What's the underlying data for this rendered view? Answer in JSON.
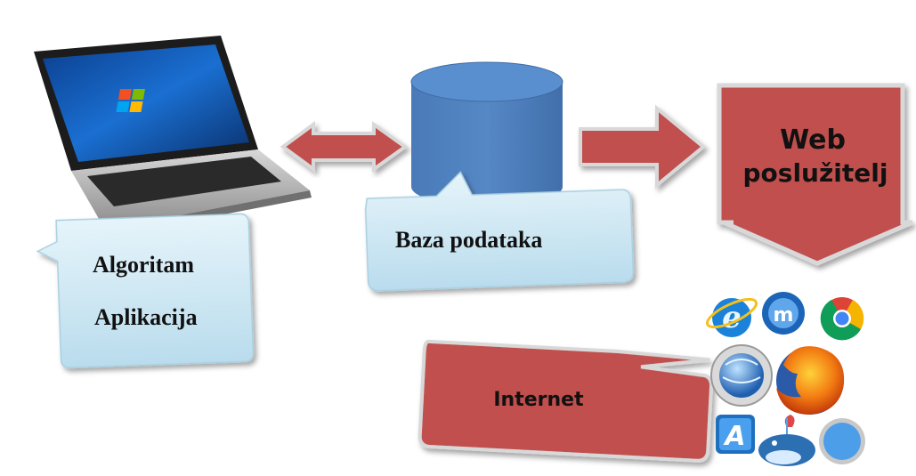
{
  "diagram": {
    "app_callout": {
      "line1": "Algoritam",
      "line2": "Aplikacija"
    },
    "db_callout": {
      "label": "Baza podataka"
    },
    "web_server": {
      "line1": "Web",
      "line2": "poslužitelj"
    },
    "internet_callout": {
      "label": "Internet"
    },
    "browsers": [
      "Internet Explorer",
      "Maxthon",
      "Chrome",
      "Konqueror",
      "Firefox",
      "Arora",
      "Fluid",
      "Safari"
    ],
    "colors": {
      "arrow_red": "#c0504d",
      "cylinder_blue": "#4f81bd",
      "callout_fill": "#cfe8f3",
      "shape_red": "#c0504d"
    }
  }
}
